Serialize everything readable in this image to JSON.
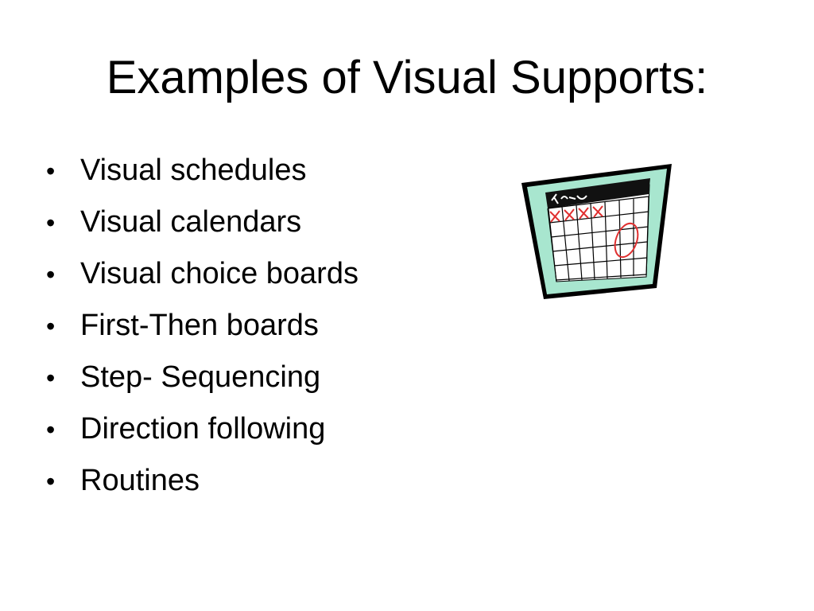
{
  "slide": {
    "title": "Examples of Visual Supports:",
    "bullet_symbol": "•",
    "bullets": [
      "Visual schedules",
      "Visual calendars",
      "Visual choice boards",
      "First-Then boards",
      "Step- Sequencing",
      "Direction following",
      "Routines"
    ]
  },
  "clipart": {
    "icon": "calendar-icon",
    "frame_color": "#a8e6cf",
    "mark_color": "#e03030"
  }
}
